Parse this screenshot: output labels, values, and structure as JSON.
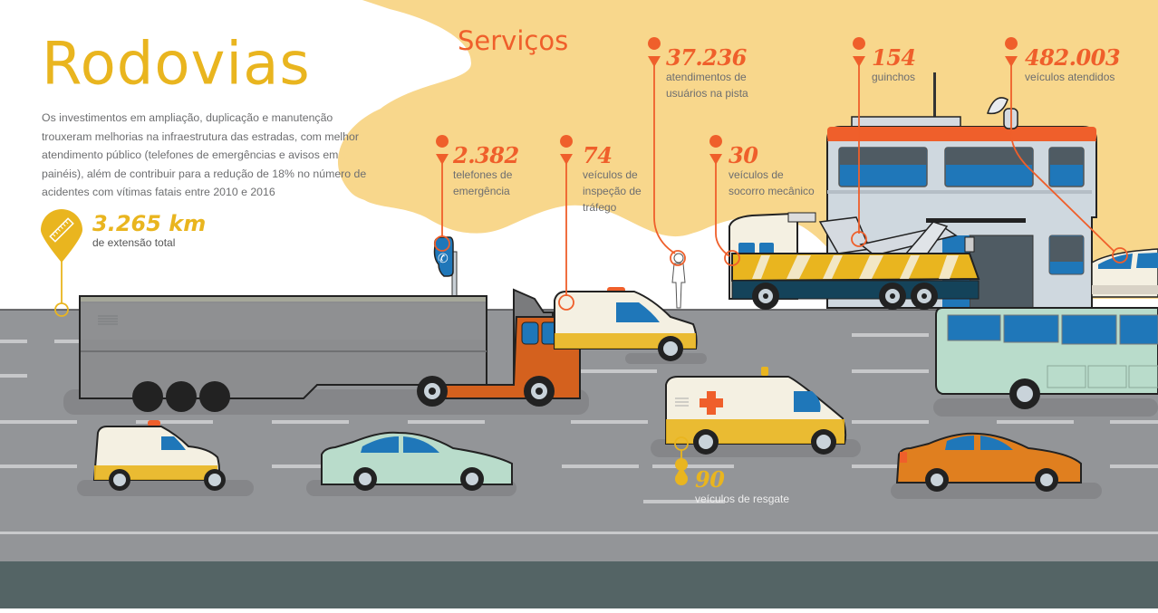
{
  "header": {
    "title": "Rodovias",
    "intro": "Os investimentos em ampliação, duplicação e manutenção trouxeram melhorias na infraestrutura das estradas, com melhor atendimento público (telefones de emergências e avisos em painéis), além de contribuir para a redução de 18% no número de acidentes com vítimas fatais entre 2010 e 2016"
  },
  "extension": {
    "value": "3.265 km",
    "label": "de extensão total",
    "icon": "ruler-icon"
  },
  "services": {
    "title": "Serviços",
    "stats": [
      {
        "value": "2.382",
        "label_line1": "telefones de",
        "label_line2": "emergência",
        "label_line3": "",
        "target": "emergency-phone"
      },
      {
        "value": "74",
        "label_line1": "veículos de",
        "label_line2": "inspeção de",
        "label_line3": "tráfego",
        "target": "inspection-van"
      },
      {
        "value": "37.236",
        "label_line1": "atendimentos de",
        "label_line2": "usuários na pista",
        "label_line3": "",
        "target": "person"
      },
      {
        "value": "30",
        "label_line1": "veículos de",
        "label_line2": "socorro mecânico",
        "label_line3": "",
        "target": "tow-truck-cab"
      },
      {
        "value": "154",
        "label_line1": "guinchos",
        "label_line2": "",
        "label_line3": "",
        "target": "tow-crane"
      },
      {
        "value": "482.003",
        "label_line1": "veículos atendidos",
        "label_line2": "",
        "label_line3": "",
        "target": "sedan-behind-building"
      },
      {
        "value": "90",
        "label_line1": "veículos de resgate",
        "label_line2": "",
        "label_line3": "",
        "target": "ambulance"
      }
    ]
  },
  "colors": {
    "brand_yellow": "#e9b51f",
    "accent_orange": "#ef5f2b",
    "sand_background": "#f8d78c",
    "road_gray": "#939598",
    "footer_slate": "#546465",
    "window_blue": "#1f77b9"
  }
}
